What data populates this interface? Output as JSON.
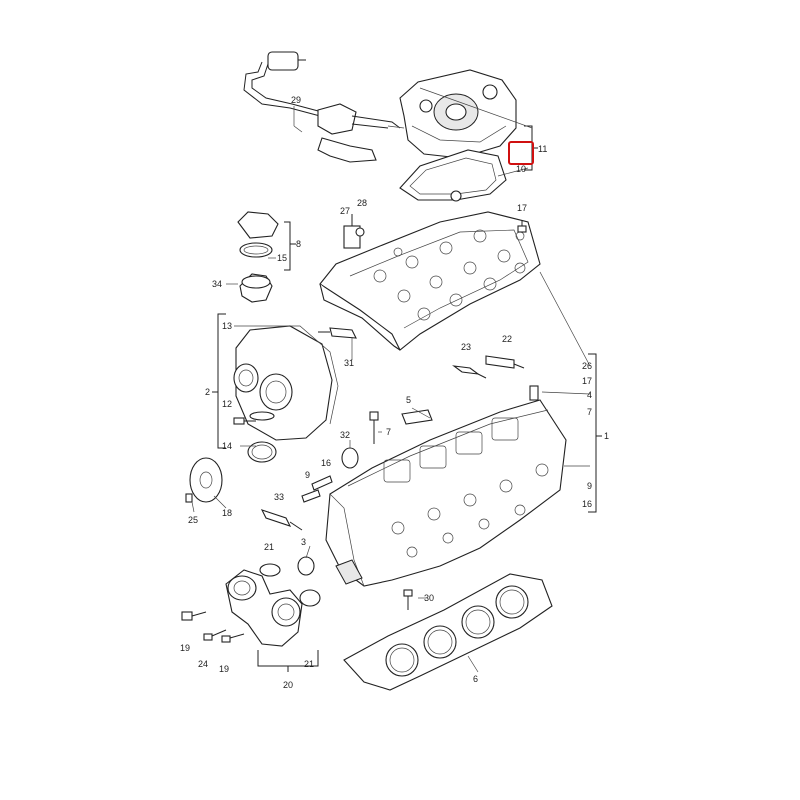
{
  "diagram": {
    "callouts": [
      {
        "id": "c29",
        "label": "29"
      },
      {
        "id": "c11",
        "label": "11"
      },
      {
        "id": "c10",
        "label": "10"
      },
      {
        "id": "c28",
        "label": "28"
      },
      {
        "id": "c27",
        "label": "27"
      },
      {
        "id": "c17a",
        "label": "17"
      },
      {
        "id": "c8",
        "label": "8"
      },
      {
        "id": "c15",
        "label": "15"
      },
      {
        "id": "c34",
        "label": "34"
      },
      {
        "id": "c13",
        "label": "13"
      },
      {
        "id": "c31",
        "label": "31"
      },
      {
        "id": "c22",
        "label": "22"
      },
      {
        "id": "c23",
        "label": "23"
      },
      {
        "id": "c26",
        "label": "26"
      },
      {
        "id": "c17b",
        "label": "17"
      },
      {
        "id": "c4",
        "label": "4"
      },
      {
        "id": "c7a",
        "label": "7"
      },
      {
        "id": "c1",
        "label": "1"
      },
      {
        "id": "c2",
        "label": "2"
      },
      {
        "id": "c12",
        "label": "12"
      },
      {
        "id": "c5",
        "label": "5"
      },
      {
        "id": "c7b",
        "label": "7"
      },
      {
        "id": "c32",
        "label": "32"
      },
      {
        "id": "c14",
        "label": "14"
      },
      {
        "id": "c16a",
        "label": "16"
      },
      {
        "id": "c9a",
        "label": "9"
      },
      {
        "id": "c9b",
        "label": "9"
      },
      {
        "id": "c16b",
        "label": "16"
      },
      {
        "id": "c33",
        "label": "33"
      },
      {
        "id": "c25",
        "label": "25"
      },
      {
        "id": "c18",
        "label": "18"
      },
      {
        "id": "c3",
        "label": "3"
      },
      {
        "id": "c21a",
        "label": "21"
      },
      {
        "id": "c30",
        "label": "30"
      },
      {
        "id": "c19a",
        "label": "19"
      },
      {
        "id": "c24",
        "label": "24"
      },
      {
        "id": "c19b",
        "label": "19"
      },
      {
        "id": "c21b",
        "label": "21"
      },
      {
        "id": "c20",
        "label": "20"
      },
      {
        "id": "c6",
        "label": "6"
      }
    ],
    "highlight_color": "#d01010",
    "line_color": "#222222"
  }
}
